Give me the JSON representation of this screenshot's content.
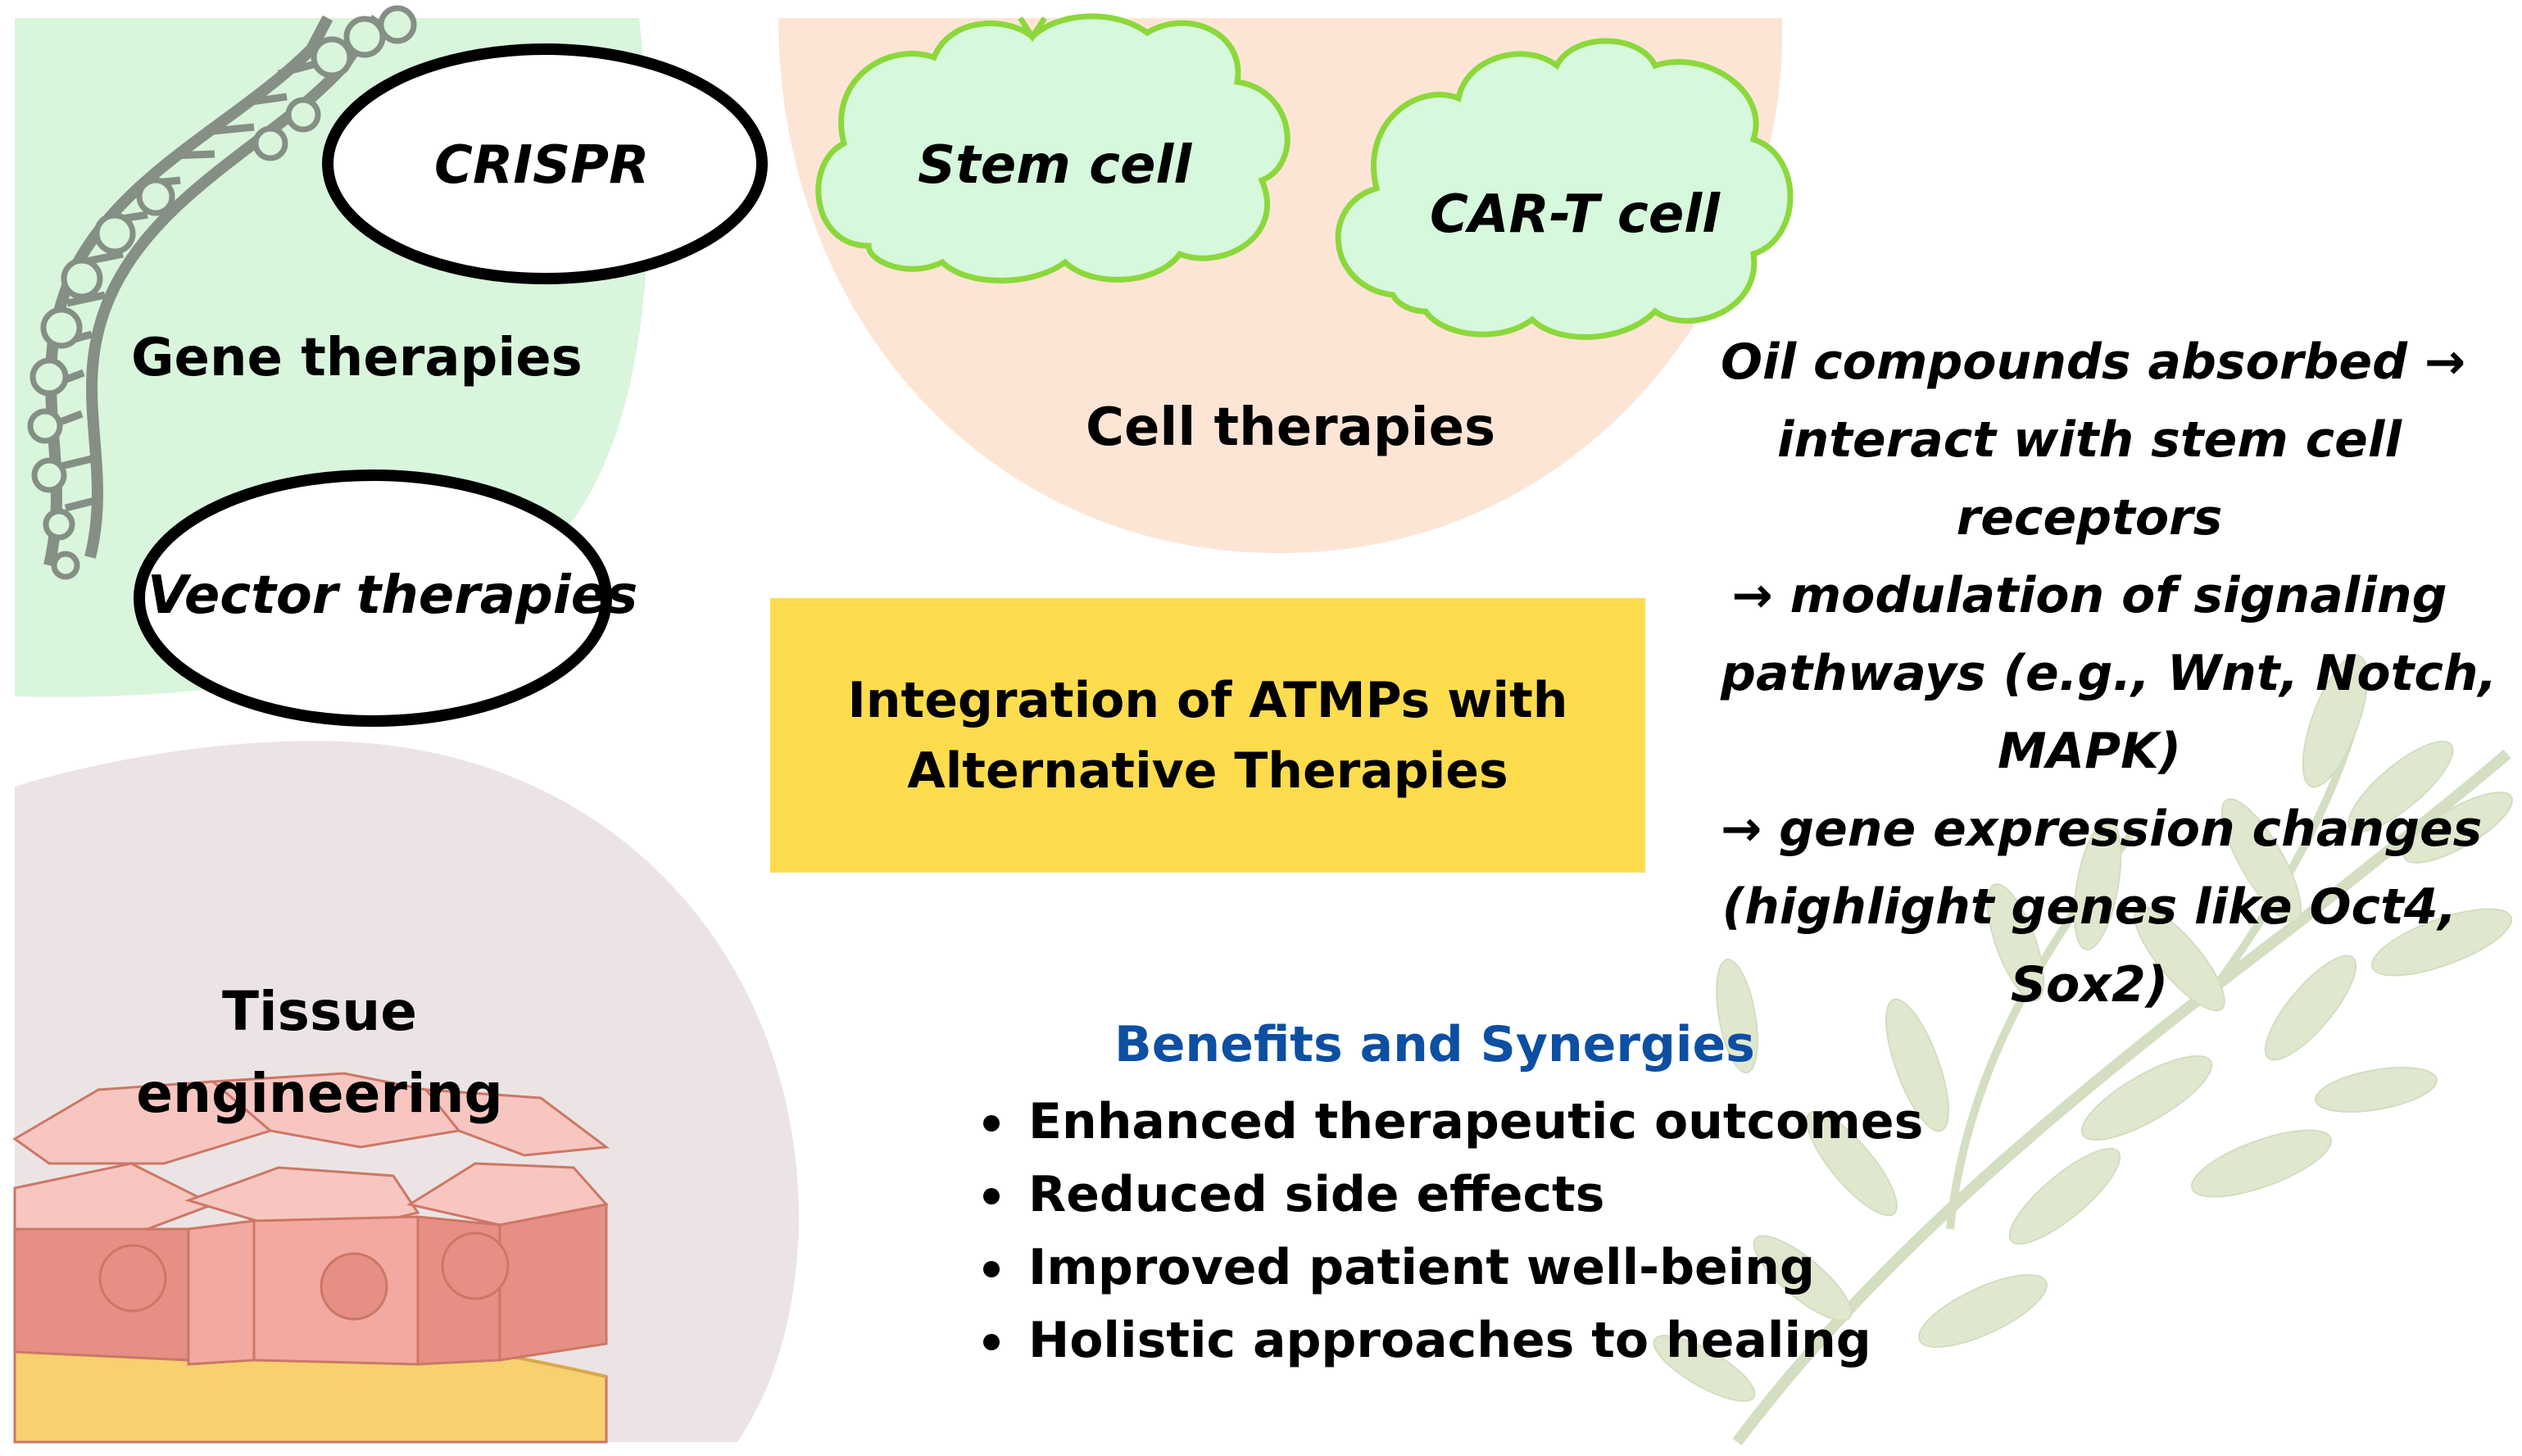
{
  "gene": {
    "title": "Gene therapies",
    "crispr_label": "CRISPR",
    "vector_label": "Vector therapies"
  },
  "cell": {
    "title": "Cell therapies",
    "stem_label": "Stem cell",
    "cart_label": "CAR-T cell"
  },
  "tissue": {
    "title_line1": "Tissue",
    "title_line2": "engineering"
  },
  "integration": {
    "line1": "Integration of ATMPs with",
    "line2": "Alternative Therapies"
  },
  "mechanism": {
    "lines": [
      "Oil compounds absorbed →",
      "interact with stem cell",
      "receptors",
      "→ modulation of signaling",
      "pathways (e.g., Wnt, Notch,",
      "MAPK)",
      "→ gene expression changes",
      "(highlight genes like Oct4,",
      "Sox2)"
    ]
  },
  "benefits": {
    "title": "Benefits and Synergies",
    "items": [
      "Enhanced therapeutic outcomes",
      "Reduced side effects",
      "Improved patient well-being",
      "Holistic approaches to healing"
    ]
  },
  "colors": {
    "gene_bg": "#d9f5dc",
    "cell_bg": "#fde5d6",
    "tissue_bg": "#ece4e4",
    "integration_box": "#fddc4e",
    "benefits_title": "#0d4fa3",
    "cloud_fill": "#d6f8dc",
    "cloud_stroke": "#8cd83c",
    "dna": "#858f85",
    "leaf": "#dfe8cf"
  }
}
